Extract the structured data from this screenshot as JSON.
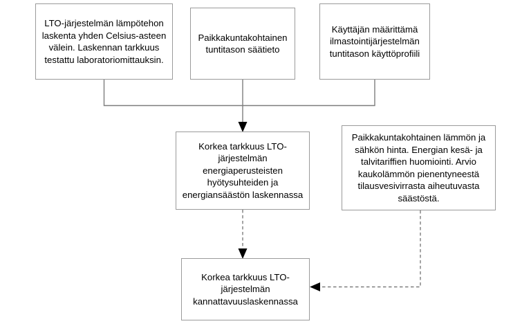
{
  "diagram": {
    "title": "LTO-jarjestelman tarkkuus ja kannattavuus -vuokaavio",
    "background_color": "#ffffff",
    "node_border_color": "#9a9a9a",
    "edge_color": "#7d7d7d",
    "arrow_color": "#000000",
    "nodes": [
      {
        "id": "input-lto-lampoteho",
        "text": "LTO-järjestelmän lämpötehon laskenta yhden Celsius-asteen välein. Laskennan tarkkuus testattu laboratoriomittauksin."
      },
      {
        "id": "input-saatieto",
        "text": "Paikkakuntakohtainen tuntitason säätieto"
      },
      {
        "id": "input-kayttoprofiili",
        "text": "Käyttäjän määrittämä ilmastointijärjestelmän tuntitason käyttöprofiili"
      },
      {
        "id": "result-energialaskenta",
        "text": "Korkea tarkkuus LTO-järjestelmän energiaperusteisten hyötysuhteiden ja energiansäästön laskennassa"
      },
      {
        "id": "input-hinnat",
        "text": "Paikkakuntakohtainen lämmön ja sähkön hinta. Energian kesä- ja talvitariffien huomiointi. Arvio kaukolämmön pienentyneestä tilausvesivirrasta aiheutuvasta säästöstä."
      },
      {
        "id": "result-kannattavuus",
        "text": "Korkea tarkkuus LTO-järjestelmän kannattavuuslaskennassa"
      }
    ],
    "edges": [
      {
        "id": "edge-lampoteho-to-energialaskenta",
        "style": "solid",
        "arrow": true
      },
      {
        "id": "edge-saatieto-to-energialaskenta",
        "style": "solid",
        "arrow": true
      },
      {
        "id": "edge-kayttoprofiili-to-energialaskenta",
        "style": "solid",
        "arrow": true
      },
      {
        "id": "edge-energialaskenta-to-kannattavuus",
        "style": "dashed",
        "arrow": true
      },
      {
        "id": "edge-hinnat-to-kannattavuus",
        "style": "dashed",
        "arrow": true
      }
    ]
  }
}
